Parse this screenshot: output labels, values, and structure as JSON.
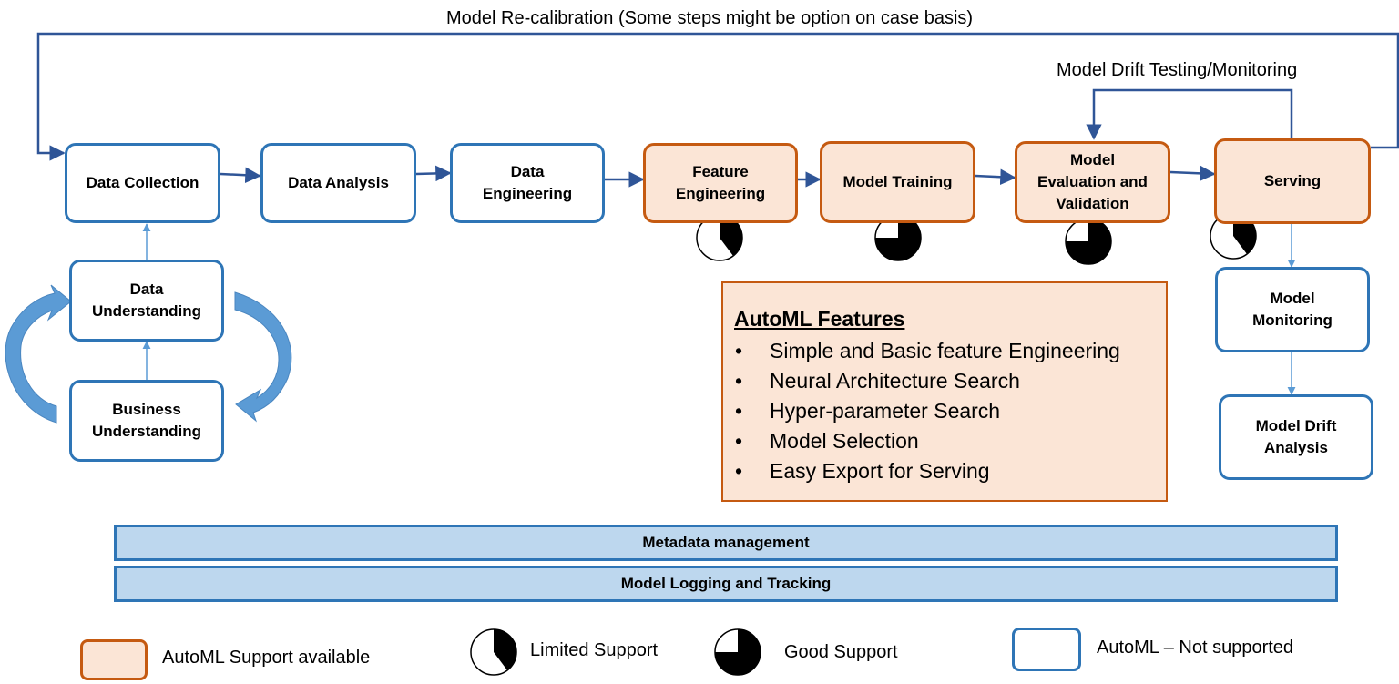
{
  "recalibration_label": "Model Re-calibration (Some steps might be option on case basis)",
  "drift_label": "Model Drift Testing/Monitoring",
  "steps": {
    "data_collection": "Data Collection",
    "data_analysis": "Data Analysis",
    "data_engineering": "Data\nEngineering",
    "feature_engineering": "Feature\nEngineering",
    "model_training": "Model Training",
    "model_evaluation": "Model\nEvaluation and\nValidation",
    "serving": "Serving",
    "data_understanding": "Data\nUnderstanding",
    "business_understanding": "Business\nUnderstanding",
    "model_monitoring": "Model\nMonitoring",
    "model_drift_analysis": "Model Drift\nAnalysis"
  },
  "support_levels": {
    "feature_engineering": "limited",
    "model_training": "good",
    "model_evaluation": "good",
    "serving": "limited"
  },
  "features": {
    "title": "AutoML Features",
    "items": [
      "Simple and Basic feature Engineering",
      "Neural Architecture Search",
      "Hyper-parameter Search",
      "Model Selection",
      "Easy Export for Serving"
    ]
  },
  "bars": {
    "metadata": "Metadata management",
    "logging": "Model Logging and Tracking"
  },
  "legend": {
    "automl_support": "AutoML Support available",
    "limited": "Limited Support",
    "good": "Good Support",
    "not_supported": "AutoML – Not supported"
  },
  "colors": {
    "blue": "#2E75B6",
    "orange": "#C55A11",
    "orange_fill": "#FBE5D6",
    "bar_fill": "#BDD7EE",
    "cycle_arrow": "#5B9BD5"
  }
}
